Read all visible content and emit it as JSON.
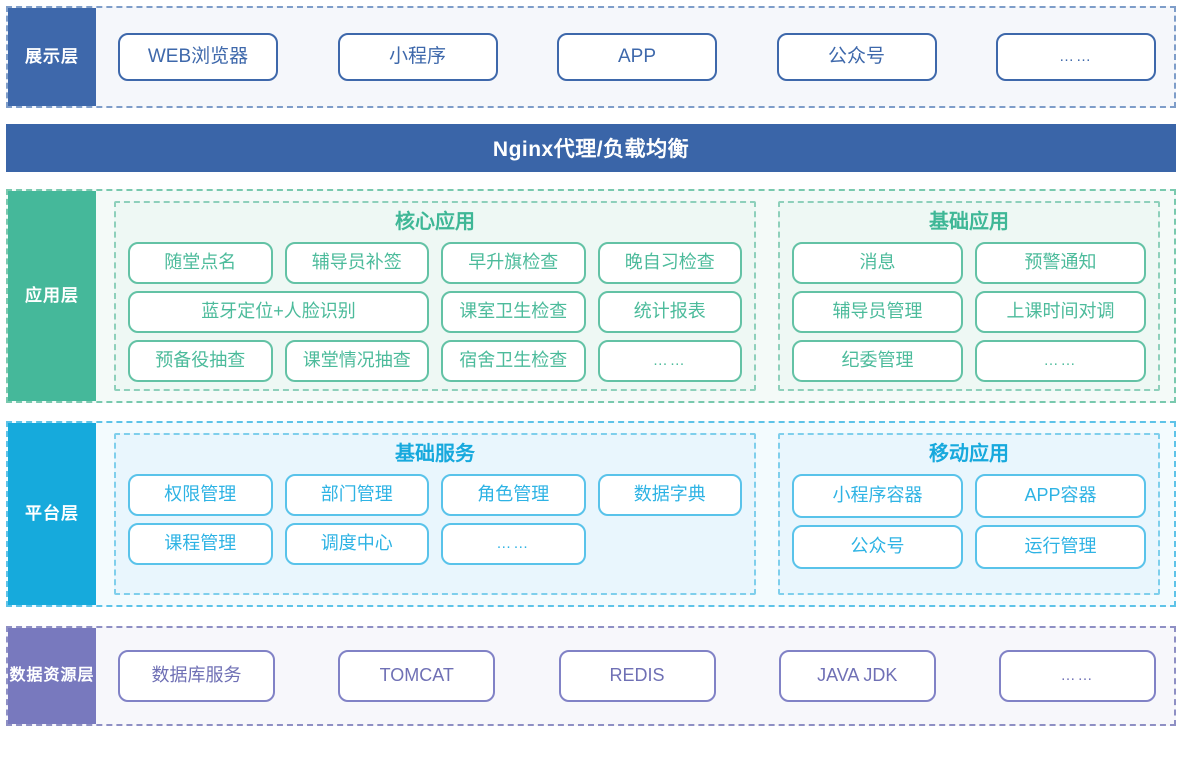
{
  "layers": {
    "presentation": {
      "label": "展示层",
      "color": "#3e68ab",
      "nodes": [
        "WEB浏览器",
        "小程序",
        "APP",
        "公众号",
        "……"
      ]
    },
    "nginx": {
      "title": "Nginx代理/负载均衡",
      "color": "#3a65a8"
    },
    "application": {
      "label": "应用层",
      "color": "#45b89a",
      "groups": [
        {
          "title": "核心应用",
          "rows": [
            [
              {
                "label": "随堂点名",
                "span": 1
              },
              {
                "label": "辅导员补签",
                "span": 1
              },
              {
                "label": "早升旗检查",
                "span": 1
              },
              {
                "label": "晚自习检查",
                "span": 1
              }
            ],
            [
              {
                "label": "蓝牙定位+人脸识别",
                "span": 2
              },
              {
                "label": "课室卫生检查",
                "span": 1
              },
              {
                "label": "统计报表",
                "span": 1
              }
            ],
            [
              {
                "label": "预备役抽查",
                "span": 1
              },
              {
                "label": "课堂情况抽查",
                "span": 1
              },
              {
                "label": "宿舍卫生检查",
                "span": 1
              },
              {
                "label": "……",
                "span": 1
              }
            ]
          ]
        },
        {
          "title": "基础应用",
          "rows": [
            [
              {
                "label": "消息",
                "span": 1
              },
              {
                "label": "预警通知",
                "span": 1
              }
            ],
            [
              {
                "label": "辅导员管理",
                "span": 1
              },
              {
                "label": "上课时间对调",
                "span": 1
              }
            ],
            [
              {
                "label": "纪委管理",
                "span": 1
              },
              {
                "label": "……",
                "span": 1
              }
            ]
          ]
        }
      ]
    },
    "platform": {
      "label": "平台层",
      "color": "#16aadc",
      "groups": [
        {
          "title": "基础服务",
          "rows": [
            [
              {
                "label": "权限管理",
                "span": 1
              },
              {
                "label": "部门管理",
                "span": 1
              },
              {
                "label": "角色管理",
                "span": 1
              },
              {
                "label": "数据字典",
                "span": 1
              }
            ],
            [
              {
                "label": "课程管理",
                "span": 1
              },
              {
                "label": "调度中心",
                "span": 1
              },
              {
                "label": "……",
                "span": 1
              }
            ]
          ]
        },
        {
          "title": "移动应用",
          "rows": [
            [
              {
                "label": "小程序容器",
                "span": 1
              },
              {
                "label": "APP容器",
                "span": 1
              }
            ],
            [
              {
                "label": "公众号",
                "span": 1
              },
              {
                "label": "运行管理",
                "span": 1
              }
            ]
          ]
        }
      ]
    },
    "data": {
      "label": "数据资源层",
      "color": "#7879be",
      "nodes": [
        "数据库服务",
        "TOMCAT",
        "REDIS",
        "JAVA JDK",
        "……"
      ]
    }
  }
}
